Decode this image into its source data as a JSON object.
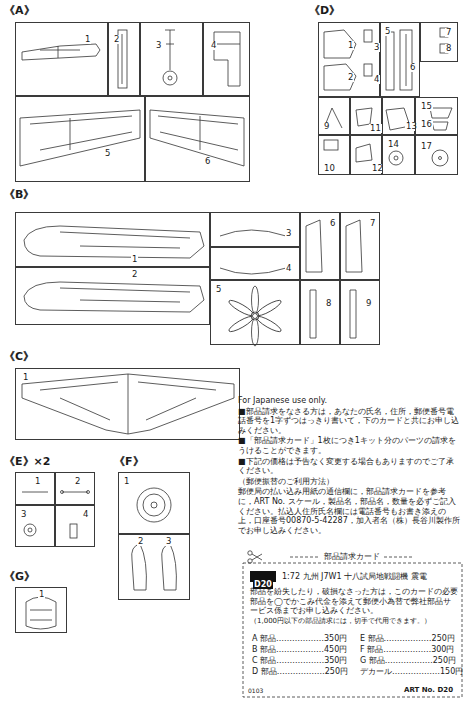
{
  "diagram": {
    "nodes": [
      {
        "text": [
          "1"
        ]
      },
      {
        "text": [
          "2"
        ]
      },
      {
        "text": [
          "3"
        ]
      },
      {
        "text": [
          "4"
        ]
      },
      {
        "text": [
          "5"
        ]
      },
      {
        "text": [
          "6"
        ]
      },
      {
        "text": [
          "1",
          "3",
          "2",
          "4"
        ]
      },
      {
        "text": [
          "5",
          "6"
        ]
      },
      {
        "text": [
          "7",
          "8"
        ]
      },
      {
        "text": [
          "9"
        ]
      },
      {
        "text": [
          "11"
        ]
      },
      {
        "text": [
          "13"
        ]
      },
      {
        "text": [
          "15",
          "16"
        ]
      },
      {
        "text": [
          "10"
        ]
      },
      {
        "text": [
          "12"
        ]
      },
      {
        "text": [
          "14"
        ]
      },
      {
        "text": [
          "17"
        ]
      },
      {
        "text": [
          "1"
        ]
      },
      {
        "text": [
          "2"
        ]
      },
      {
        "text": [
          "3"
        ]
      },
      {
        "text": [
          "4"
        ]
      },
      {
        "text": [
          "5"
        ]
      },
      {
        "text": [
          "6"
        ]
      },
      {
        "text": [
          "7"
        ]
      },
      {
        "text": [
          "8"
        ]
      },
      {
        "text": [
          "9"
        ]
      },
      {
        "text": [
          "1"
        ]
      },
      {
        "text": [
          "1"
        ]
      },
      {
        "text": [
          "2"
        ]
      },
      {
        "text": [
          "3"
        ]
      },
      {
        "text": [
          "4"
        ]
      },
      {
        "text": [
          "1"
        ]
      },
      {
        "text": [
          "2",
          "3"
        ]
      },
      {
        "text": [
          "1"
        ]
      },
      {
        "text": [
          "D20"
        ]
      }
    ],
    "labels": [
      "《A》",
      "《D》",
      "《B》",
      "《C》",
      "《E》×2",
      "《F》",
      "《G》",
      "For Japanese use only.",
      "■部品請求をなさる方は，あなたの氏名，住所，郵便番号電話番号を1字ずつはっきり書いて，下のカードと共にお申し込みください。",
      "■「部品請求カード」1枚につき1キット分のパーツの請求をうけることができます。",
      "■下記の価格は予告なく変更する場合もありますのでご了承ください。",
      "（郵便振替のご利用方法）",
      "郵便局の払い込み用紙の通信欄に，部品請求カードを参考に，ART No. スケール，製品名，部品名，数量を必ずご記入ください。払込人住所氏名欄には電話番号もお書き添えの上，口座番号00870-5-42287，加入者名（株）長谷川製作所でお申し込みください。",
      "部品請求カード",
      "1:72 九州 J7W1 十八試局地戦闘機 震電",
      "部品を紛失したり，破損なさった方は，このカードの必要部品を◯でかこみ代金を添えて郵便小為替で弊社部品サービス係までお申し込みください。",
      "（1,000円以下の部品請求には，切手で代用できます。）",
      "A 部品………………350円",
      "B 部品………………450円",
      "C 部品………………350円",
      "D 部品………………250円",
      "E 部品………………250円",
      "F 部品………………300円",
      "G 部品………………250円",
      "デカール………………150円",
      "0103",
      "ART No. D20"
    ]
  }
}
